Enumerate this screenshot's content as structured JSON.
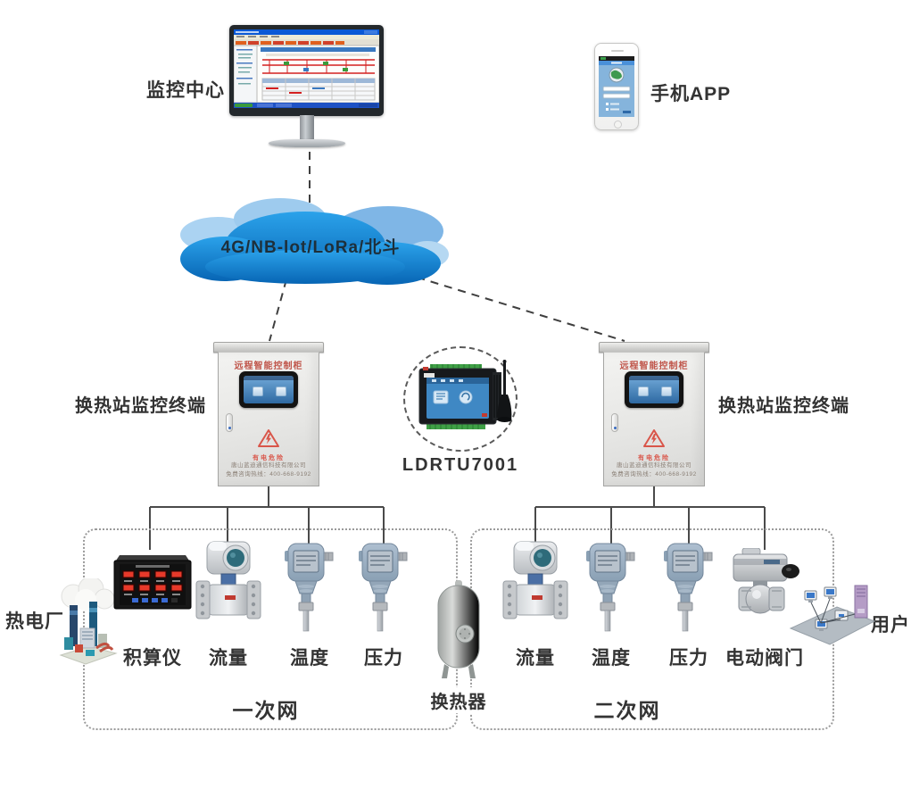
{
  "header": {
    "monitoring_center": "监控中心",
    "mobile_app": "手机APP"
  },
  "cloud": {
    "label": "4G/NB-lot/LoRa/北斗",
    "color_main": "#1a93de",
    "color_light": "#a9d2f0"
  },
  "rtu": {
    "model": "LDRTU7001"
  },
  "cabinets": {
    "left_label": "换热站监控终端",
    "right_label": "换热站监控终端",
    "panel_title": "远程智能控制柜",
    "warning_text": "有电危险",
    "company_line1": "唐山蓝迪通信科技有限公司",
    "company_line2": "免费咨询热线：400-668-9192",
    "body_color": "#e9e9e7",
    "title_color": "#c0564b",
    "warning_color": "#d9564a"
  },
  "primary_network": {
    "title": "一次网",
    "source_label": "热电厂",
    "instruments": [
      "积算仪",
      "流量",
      "温度",
      "压力"
    ]
  },
  "secondary_network": {
    "title": "二次网",
    "instruments": [
      "流量",
      "温度",
      "压力",
      "电动阀门"
    ],
    "user_label": "用户"
  },
  "heat_exchanger": {
    "label": "换热器"
  },
  "colors": {
    "wire": "#4a4a4a",
    "dashed_box": "#9a9a9a",
    "label_text": "#333333",
    "transmitter_blue": "#9db0c2",
    "screen_blue": "#4f8cc2"
  }
}
